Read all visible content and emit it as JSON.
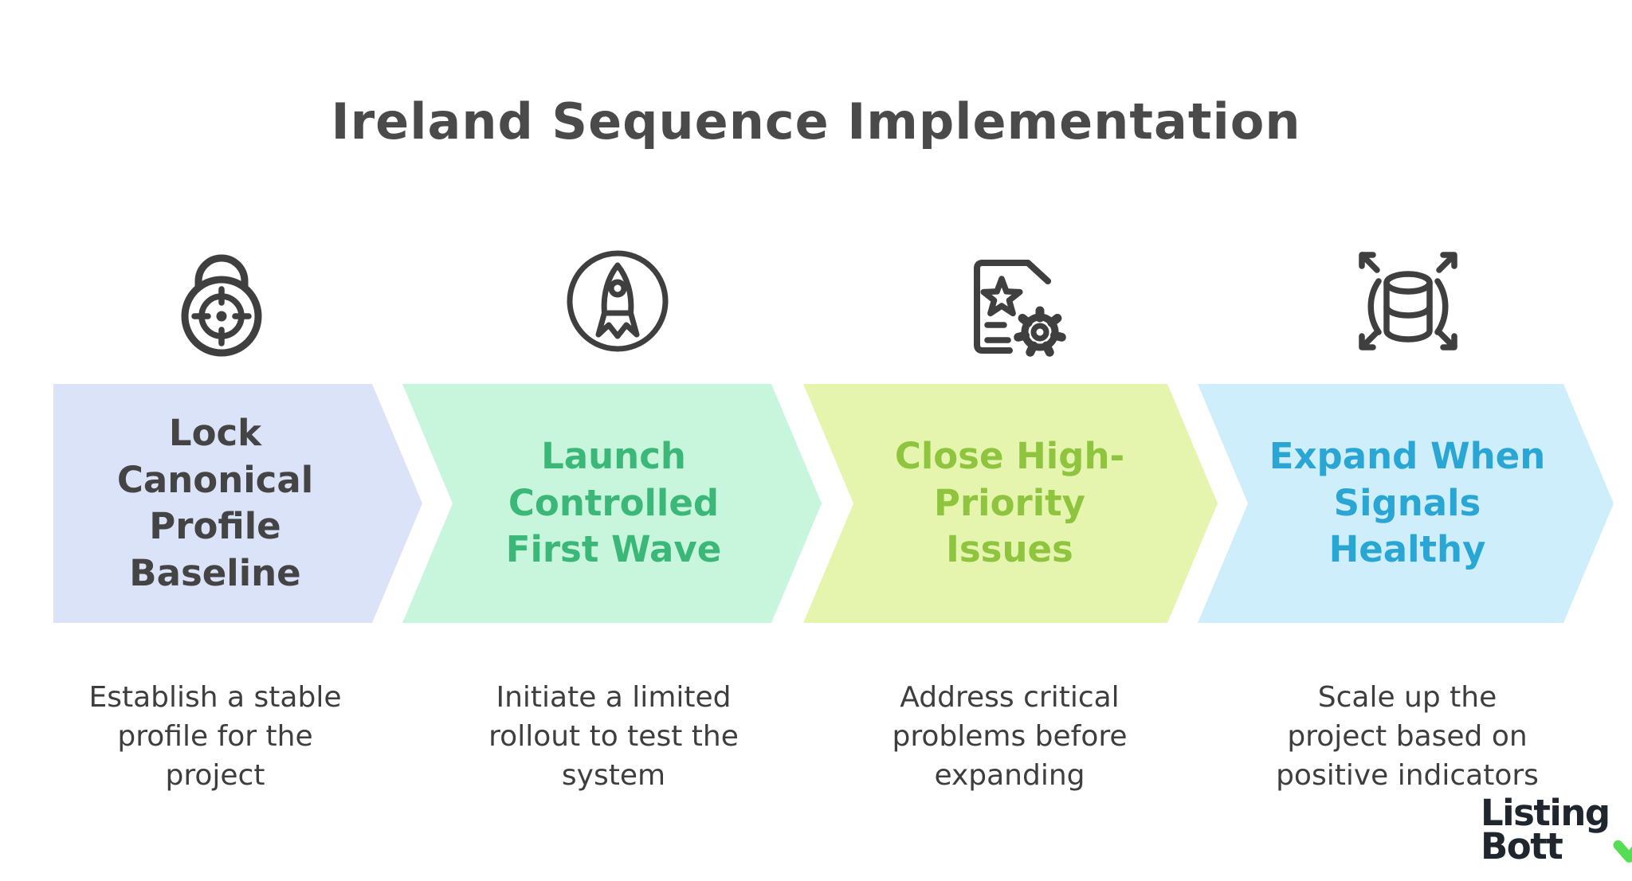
{
  "title": "Ireland Sequence Implementation",
  "steps": [
    {
      "heading": "Lock\nCanonical\nProfile\nBaseline",
      "description": "Establish a stable\nprofile for the\nproject",
      "icon": "lock-target-icon",
      "arrow_fill": "#dbe3f8",
      "heading_color": "#444444"
    },
    {
      "heading": "Launch\nControlled\nFirst Wave",
      "description": "Initiate a limited\nrollout to test the\nsystem",
      "icon": "rocket-circle-icon",
      "arrow_fill": "#c8f6dc",
      "heading_color": "#3bb878"
    },
    {
      "heading": "Close High-\nPriority\nIssues",
      "description": "Address critical\nproblems before\nexpanding",
      "icon": "document-gear-icon",
      "arrow_fill": "#e5f5ae",
      "heading_color": "#8fc43e"
    },
    {
      "heading": "Expand When\nSignals\nHealthy",
      "description": "Scale up the\nproject based on\npositive indicators",
      "icon": "database-expand-icon",
      "arrow_fill": "#cdeefa",
      "heading_color": "#2aa6d5"
    }
  ],
  "logo": {
    "line1": "Listing",
    "line2": "Bott",
    "text_color": "#20262e",
    "check_color": "#55dd55"
  },
  "colors": {
    "background": "#ffffff",
    "title": "#4a4a4a",
    "description": "#3e3e3e",
    "icon_stroke": "#3f3f3f"
  }
}
